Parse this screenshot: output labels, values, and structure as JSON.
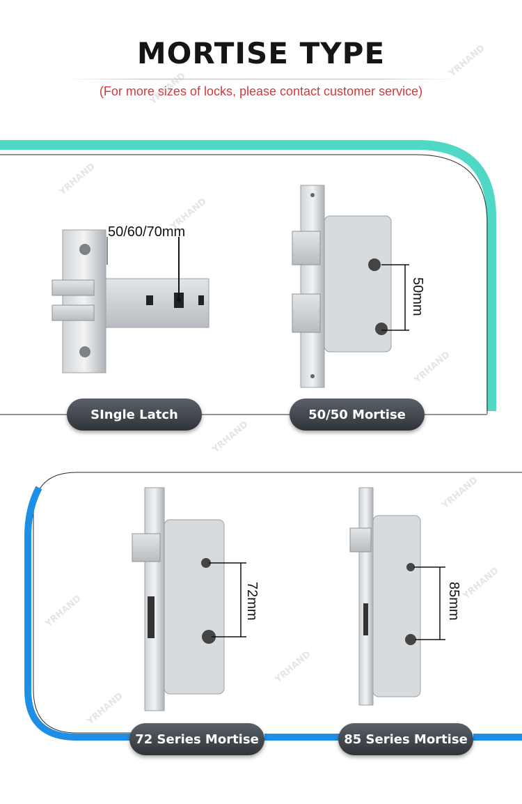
{
  "header": {
    "title": "MORTISE TYPE",
    "subtitle": "(For more sizes of locks, please contact customer service)"
  },
  "watermark": "YRHAND",
  "products": [
    {
      "label": "SIngle Latch",
      "dimension": "50/60/70mm"
    },
    {
      "label": "50/50 Mortise",
      "dimension": "50mm"
    },
    {
      "label": "72 Series Mortise",
      "dimension": "72mm"
    },
    {
      "label": "85 Series Mortise",
      "dimension": "85mm"
    }
  ],
  "colors": {
    "accent_teal": "#4fd8c6",
    "accent_blue": "#1f8fe6",
    "subtitle_red": "#d13a3a",
    "pill_dark": "#3a3f45"
  }
}
